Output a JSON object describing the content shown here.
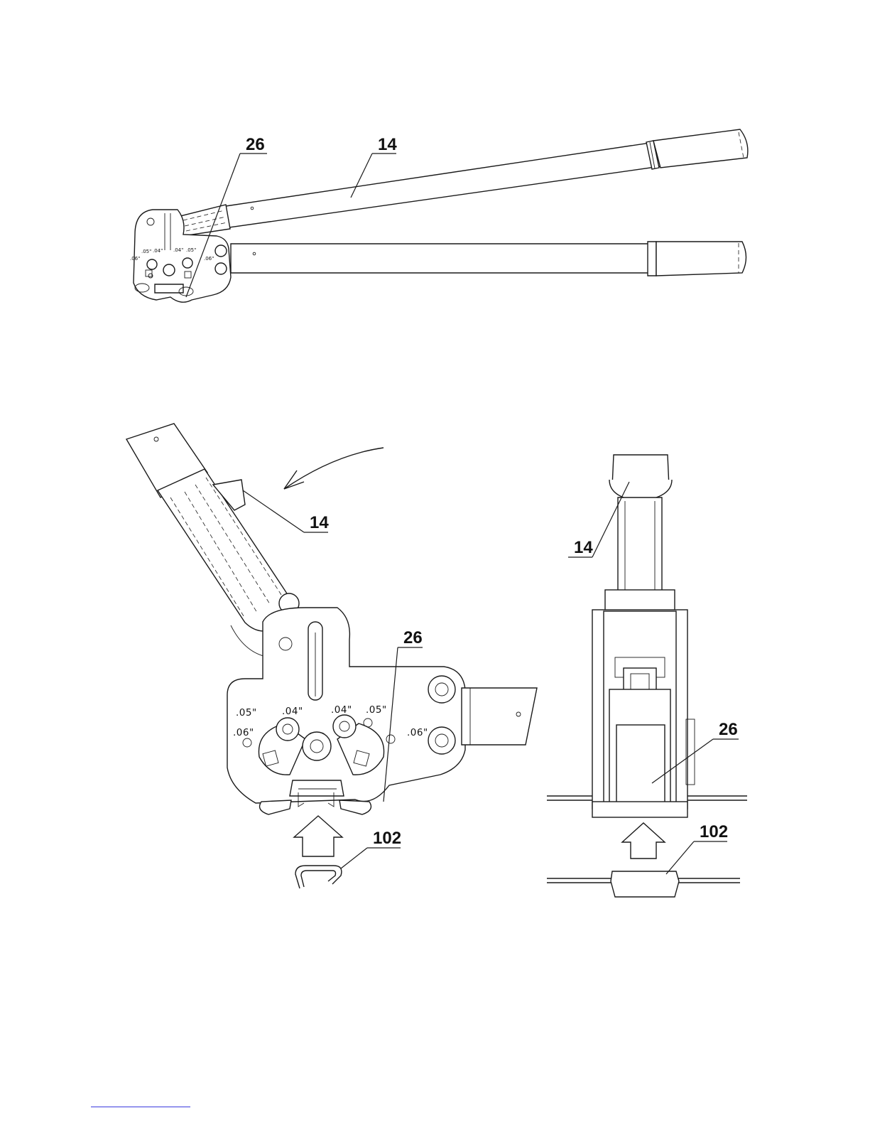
{
  "top_view": {
    "labels": {
      "tool_jaw": "26",
      "handle": "14"
    },
    "die_gauges": [
      ".05\"",
      ".04\"",
      ".04\"",
      ".05\"",
      ".06\"",
      ".06\""
    ]
  },
  "detail_front_view": {
    "labels": {
      "handle": "14",
      "tool_jaw": "26",
      "clip": "102"
    },
    "die_gauges": [
      ".05\"",
      ".04\"",
      ".04\"",
      ".05\"",
      ".06\"",
      ".06\""
    ]
  },
  "detail_side_view": {
    "labels": {
      "handle": "14",
      "tool_jaw": "26",
      "clip": "102"
    }
  }
}
